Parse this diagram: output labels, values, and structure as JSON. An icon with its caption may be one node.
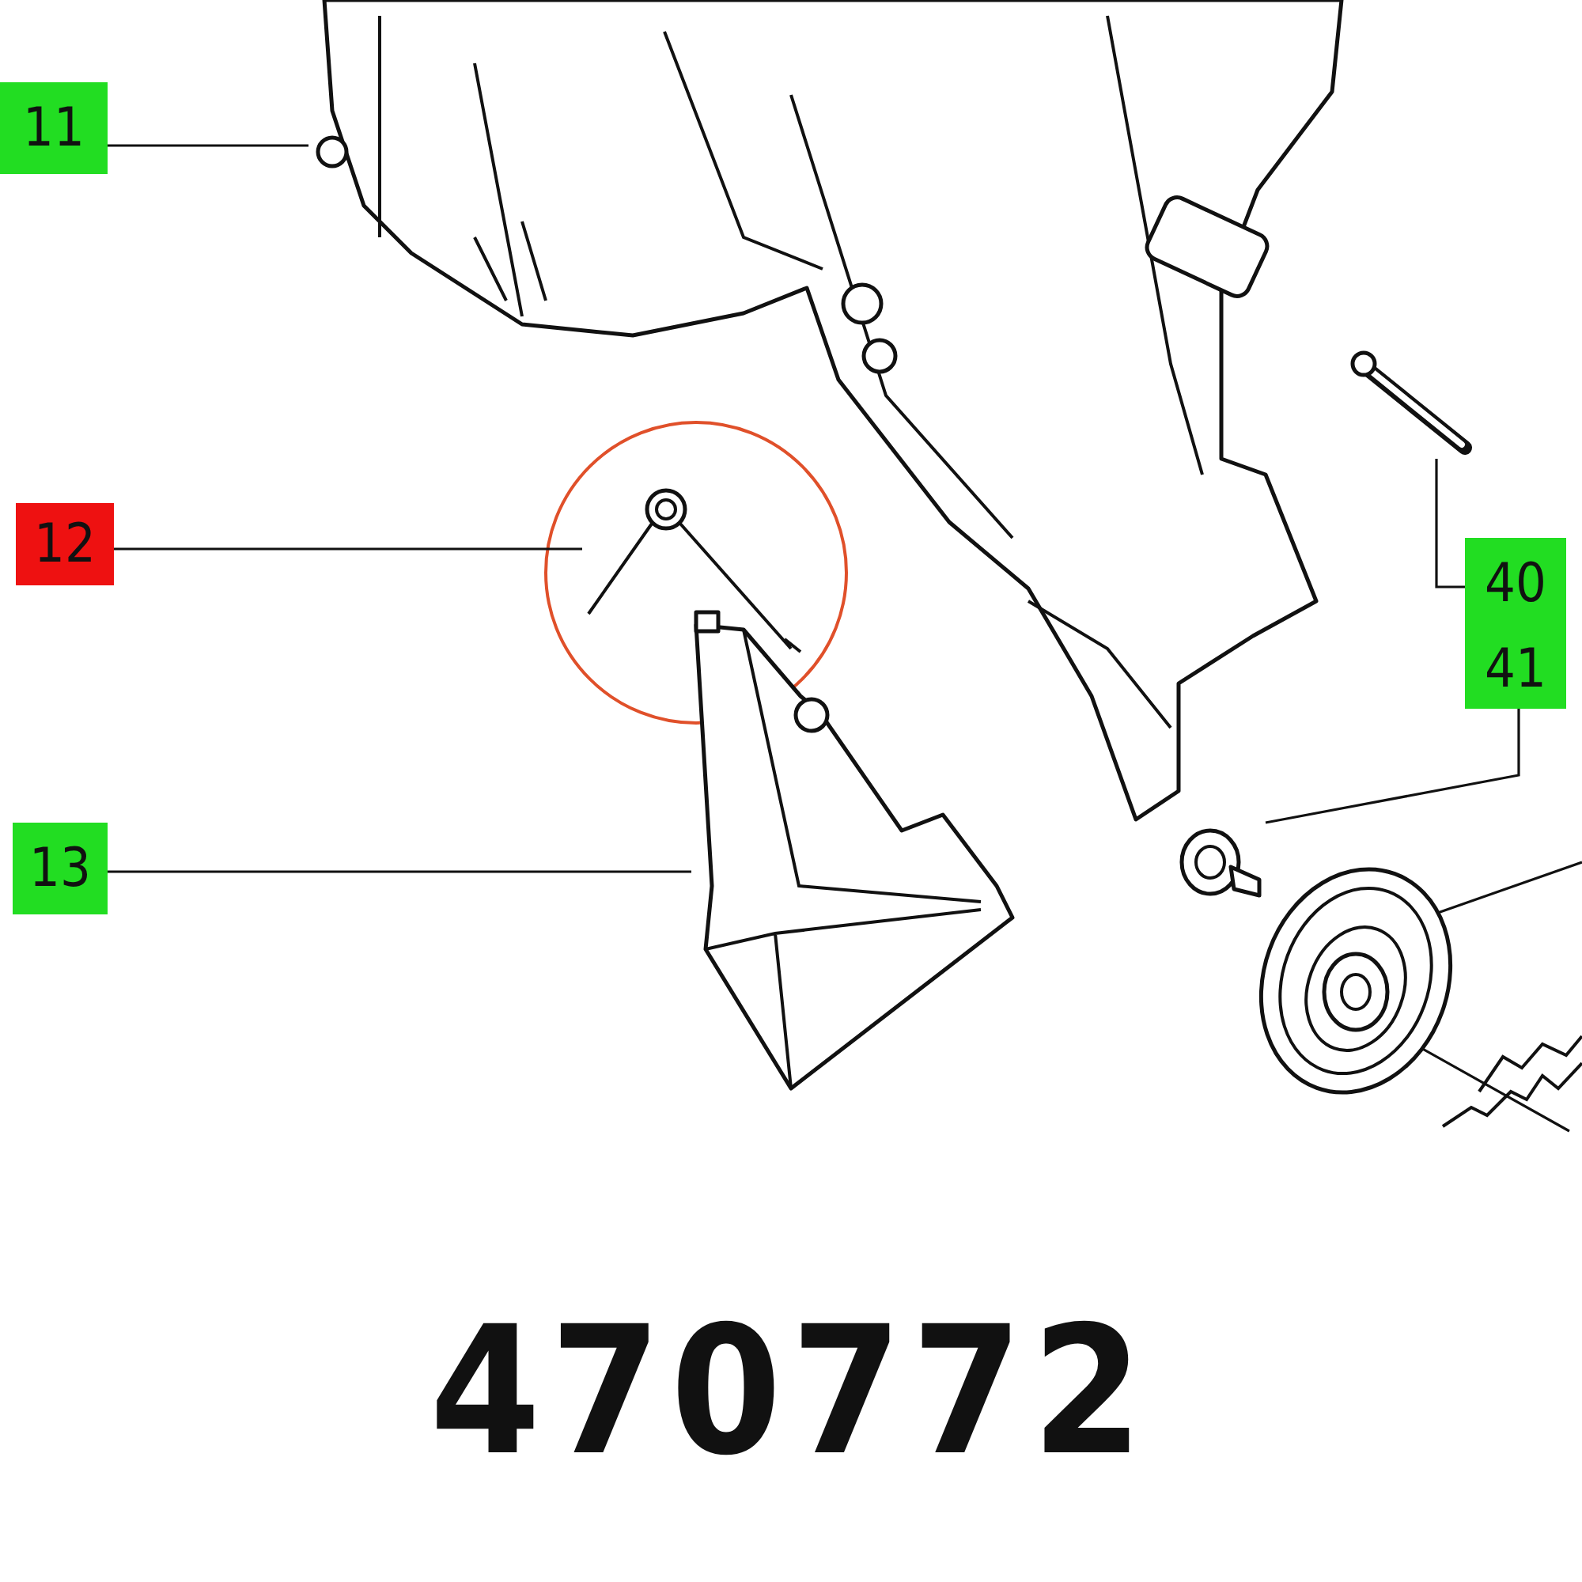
{
  "diagram": {
    "title": "470772",
    "nodes": [
      {
        "text": [
          "11"
        ]
      },
      {
        "text": [
          "12"
        ]
      },
      {
        "text": [
          "13"
        ]
      },
      {
        "text": [
          "40"
        ]
      },
      {
        "text": [
          "41"
        ]
      },
      {
        "text": [],
        "shape": "picture"
      },
      {
        "text": [],
        "shape": "picture"
      },
      {
        "text": [],
        "shape": "picture"
      },
      {
        "text": [],
        "shape": "picture"
      },
      {
        "text": [],
        "shape": "picture"
      },
      {
        "text": [],
        "shape": "picture"
      },
      {
        "text": [],
        "shape": "picture",
        "in": 10
      }
    ],
    "edges": [
      {
        "from": 0,
        "to": 5,
        "arrow": "none"
      },
      {
        "from": 1,
        "to": 6,
        "arrow": "none"
      },
      {
        "from": 2,
        "to": 7,
        "arrow": "none"
      },
      {
        "from": 3,
        "to": 8,
        "arrow": "none"
      },
      {
        "from": 4,
        "to": 9,
        "arrow": "none"
      },
      {
        "from": null,
        "to": 10,
        "arrow": "none"
      },
      {
        "from": null,
        "to": 11,
        "arrow": "none"
      }
    ]
  }
}
